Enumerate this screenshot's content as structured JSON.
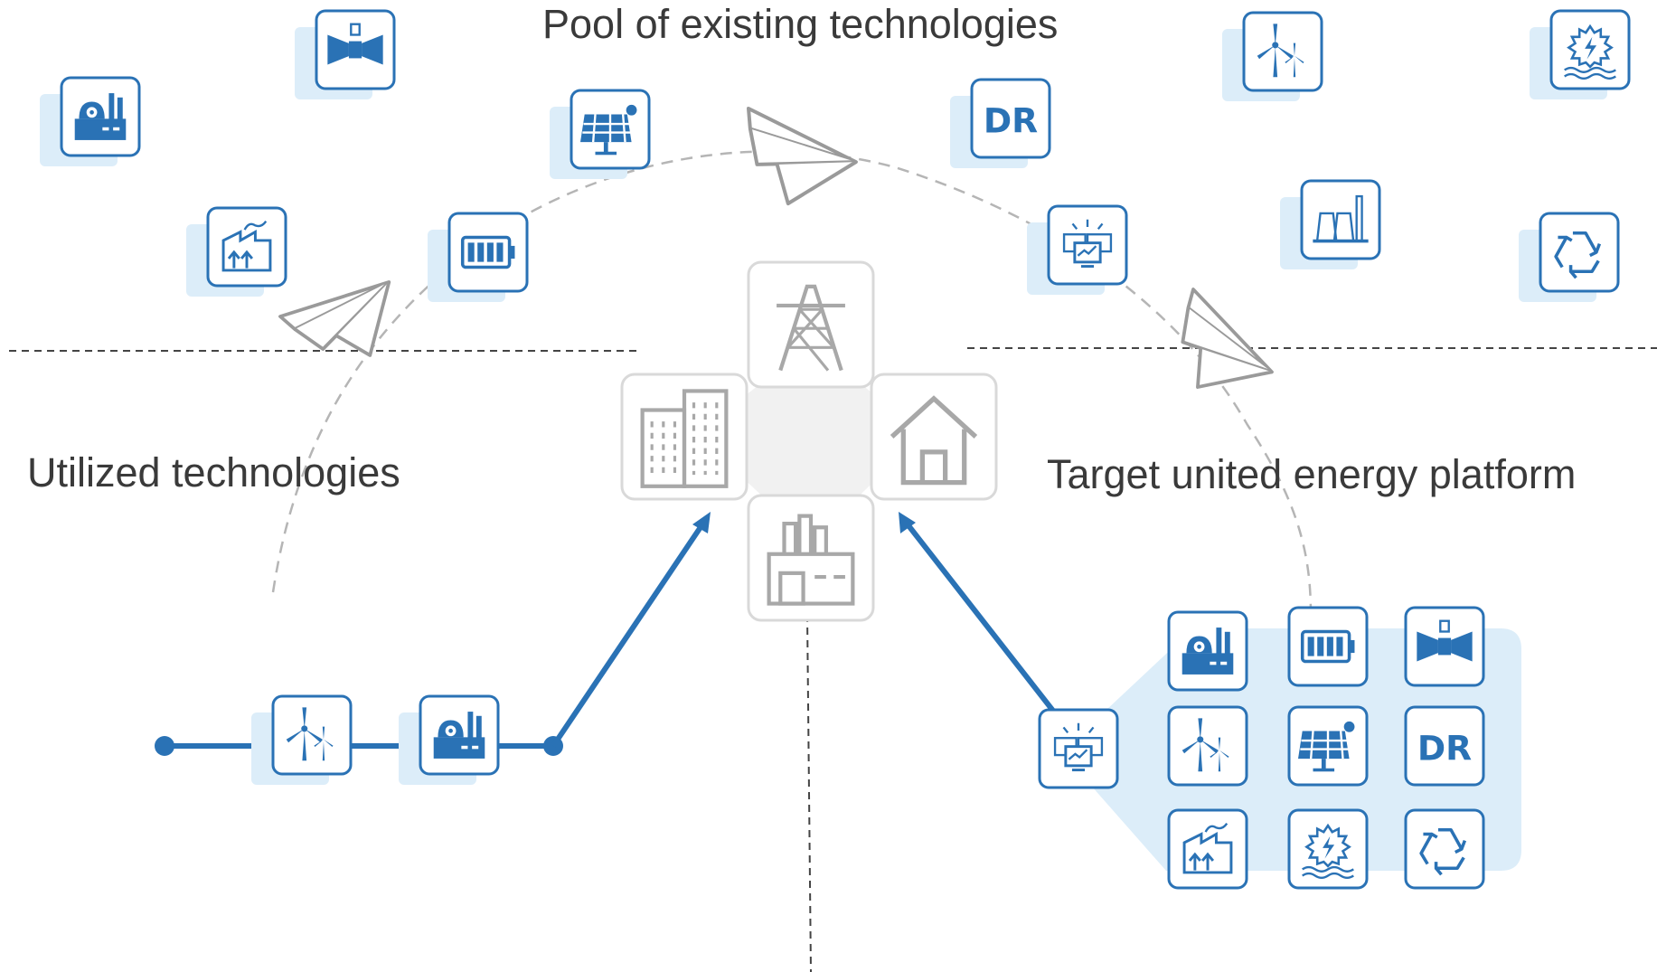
{
  "labels": {
    "pool": "Pool of existing technologies",
    "utilized": "Utilized technologies",
    "target": "Target united energy platform",
    "dr": "DR"
  },
  "colors": {
    "accent": "#2a72b5",
    "shadow": "#dcedf9",
    "hub": "#a8a8a8",
    "dashed": "#b5b5b5"
  },
  "pool_icons": [
    "nuclear-plant-icon",
    "hydro-turbine-icon",
    "heat-plant-icon",
    "battery-icon",
    "solar-panel-icon",
    "dr-icon",
    "smart-grid-monitor-icon",
    "wind-turbine-icon",
    "thermal-power-plant-icon",
    "hydro-power-icon",
    "recycle-icon"
  ],
  "utilized_icons": [
    "wind-turbine-icon",
    "nuclear-plant-icon"
  ],
  "platform_icons": [
    "nuclear-plant-icon",
    "battery-icon",
    "hydro-turbine-icon",
    "wind-turbine-icon",
    "solar-panel-icon",
    "dr-icon",
    "heat-plant-icon",
    "hydro-power-icon",
    "recycle-icon",
    "smart-grid-monitor-icon"
  ],
  "hub_icons": [
    "power-substation-icon",
    "office-buildings-icon",
    "house-icon",
    "factory-icon"
  ]
}
